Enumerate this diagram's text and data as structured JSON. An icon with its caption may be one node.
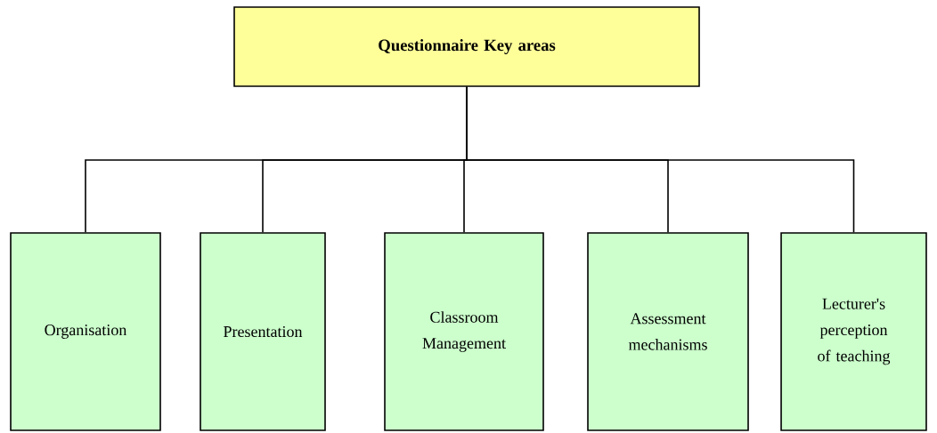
{
  "diagram": {
    "nodes": [
      {
        "text": [
          "Questionnaire Key areas"
        ]
      },
      {
        "text": [
          "Organisation"
        ]
      },
      {
        "text": [
          "Presentation"
        ]
      },
      {
        "text": [
          "Classroom Management"
        ]
      },
      {
        "text": [
          "Assessment mechanisms"
        ]
      },
      {
        "text": [
          "Lecturer's perception of teaching"
        ]
      }
    ],
    "edges": [
      {
        "from": 0,
        "to": 1,
        "arrow": "none"
      },
      {
        "from": 0,
        "to": 2,
        "arrow": "none"
      },
      {
        "from": 0,
        "to": 3,
        "arrow": "none"
      },
      {
        "from": 0,
        "to": 4,
        "arrow": "none"
      },
      {
        "from": 0,
        "to": 5,
        "arrow": "none"
      }
    ]
  }
}
